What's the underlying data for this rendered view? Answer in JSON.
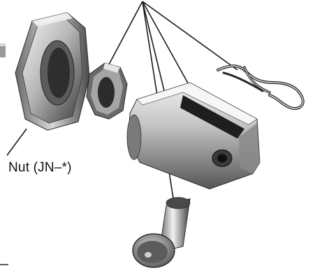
{
  "figure": {
    "labels": {
      "nut": "Nut (JN–*)"
    },
    "parts": [
      {
        "id": "hex-nut",
        "icon": "hex-nut-icon"
      },
      {
        "id": "small-nut",
        "icon": "small-nut-icon"
      },
      {
        "id": "clevis",
        "icon": "clevis-icon"
      },
      {
        "id": "clevis-pin",
        "icon": "pin-icon"
      },
      {
        "id": "spring-clip",
        "icon": "spring-clip-icon"
      }
    ],
    "colors": {
      "line": "#1a1a1a",
      "metal_light": "#e8e8e8",
      "metal_mid": "#9a9a9a",
      "metal_dark": "#3a3a3a"
    }
  }
}
